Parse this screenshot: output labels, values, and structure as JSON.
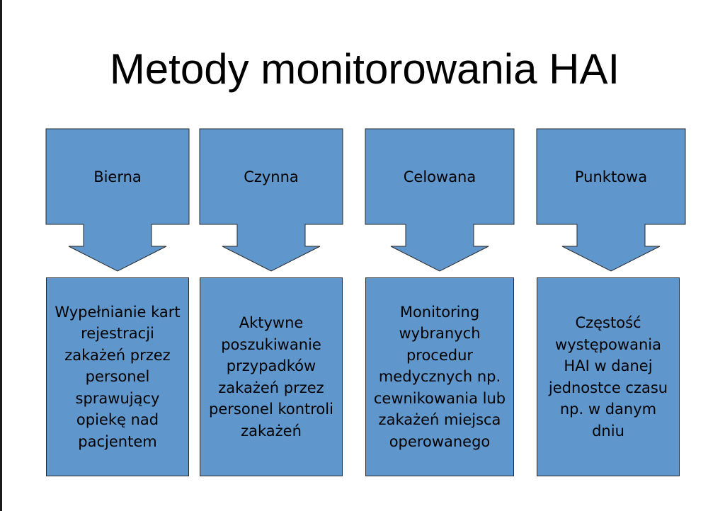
{
  "title": "Metody monitorowania HAI",
  "colors": {
    "shape_fill": "#5f96cc",
    "shape_border": "#2a2a2a",
    "text": "#000000",
    "background": "#ffffff"
  },
  "methods": [
    {
      "name": "Bierna",
      "description": "Wypełnianie kart rejestracji zakażeń przez personel sprawujący opiekę nad pacjentem"
    },
    {
      "name": "Czynna",
      "description": "Aktywne poszukiwanie przypadków zakażeń przez personel kontroli zakażeń"
    },
    {
      "name": "Celowana",
      "description": "Monitoring wybranych procedur medycznych np. cewnikowania lub zakażeń miejsca operowanego"
    },
    {
      "name": "Punktowa",
      "description": "Częstość występowania HAI w danej jednostce czasu np. w danym dniu"
    }
  ]
}
